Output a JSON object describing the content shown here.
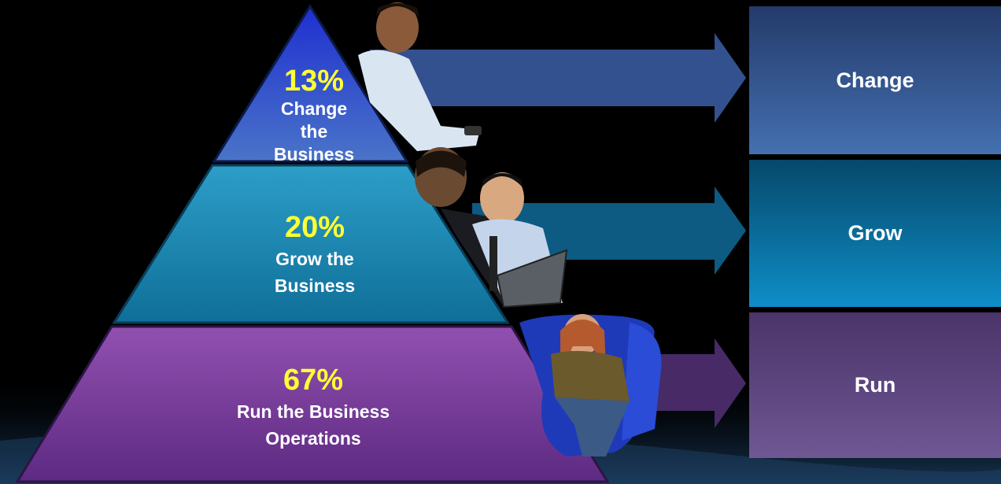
{
  "tiers": [
    {
      "percent": "13%",
      "label_line1": "Change",
      "label_line2": "the Business",
      "color": "#3a62c9"
    },
    {
      "percent": "20%",
      "label_line1": "Grow the",
      "label_line2": "Business",
      "color": "#1e8fb8"
    },
    {
      "percent": "67%",
      "label_line1": "Run the Business",
      "label_line2": "Operations",
      "color": "#7a3f9c"
    }
  ],
  "boxes": [
    {
      "label": "Change",
      "color": "#3b6aa8"
    },
    {
      "label": "Grow",
      "color": "#0b8cc4"
    },
    {
      "label": "Run",
      "color": "#6b4f8c"
    }
  ],
  "accent_color": "#ffff33"
}
